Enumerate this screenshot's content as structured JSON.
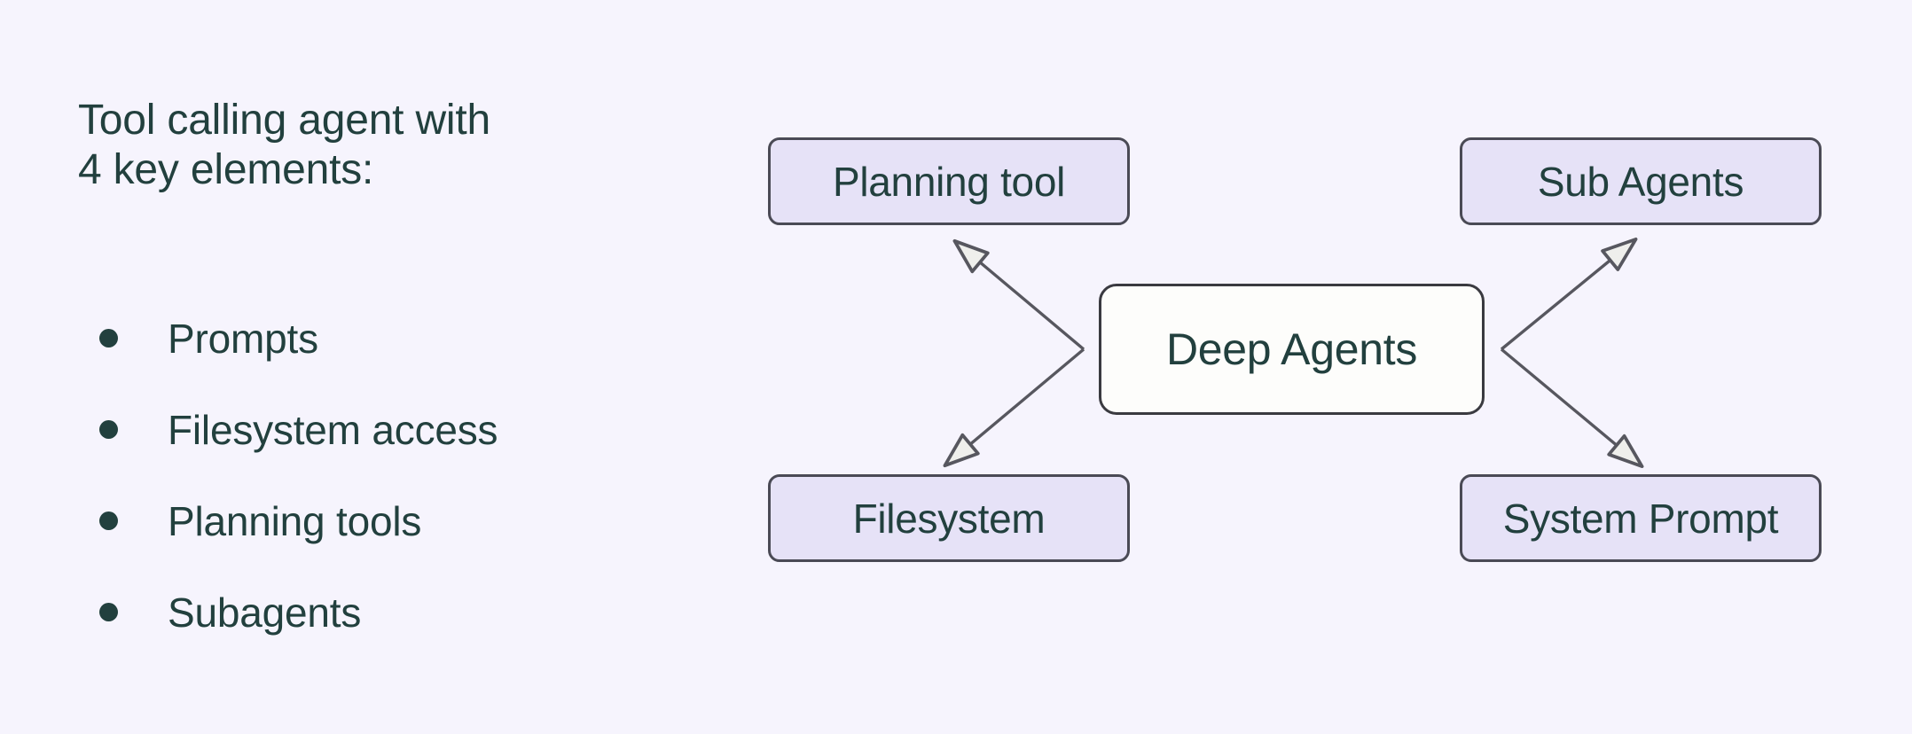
{
  "page": {
    "background_color": "#F6F4FD",
    "text_color": "#22403E"
  },
  "left_panel": {
    "heading": "Tool calling agent with\n4 key elements:",
    "bullets": [
      {
        "label": "Prompts"
      },
      {
        "label": "Filesystem access"
      },
      {
        "label": "Planning tools"
      },
      {
        "label": "Subagents"
      }
    ]
  },
  "diagram": {
    "type": "node-edge",
    "node_fill_outer": "#E6E2F7",
    "node_fill_center": "#FDFDFB",
    "node_border_color": "#4A4A55",
    "edge_color": "#57575F",
    "arrowhead_fill": "#EFEFEC",
    "nodes": [
      {
        "id": "deep-agents",
        "label": "Deep Agents",
        "role": "center"
      },
      {
        "id": "planning-tool",
        "label": "Planning tool",
        "role": "leaf"
      },
      {
        "id": "filesystem",
        "label": "Filesystem",
        "role": "leaf"
      },
      {
        "id": "sub-agents",
        "label": "Sub Agents",
        "role": "leaf"
      },
      {
        "id": "system-prompt",
        "label": "System Prompt",
        "role": "leaf"
      }
    ],
    "edges": [
      {
        "from": "deep-agents",
        "to": "planning-tool",
        "arrow": "single"
      },
      {
        "from": "deep-agents",
        "to": "filesystem",
        "arrow": "single"
      },
      {
        "from": "deep-agents",
        "to": "sub-agents",
        "arrow": "single"
      },
      {
        "from": "deep-agents",
        "to": "system-prompt",
        "arrow": "single"
      }
    ]
  }
}
